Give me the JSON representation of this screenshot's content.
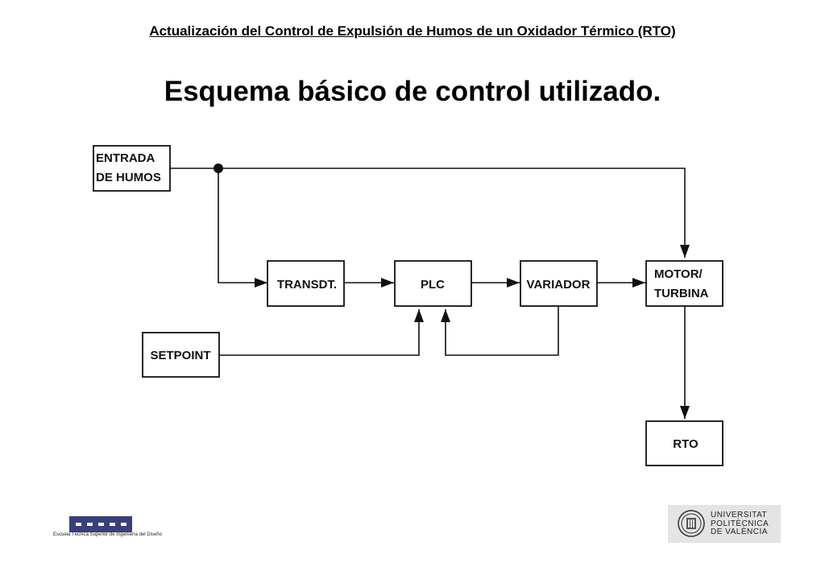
{
  "header": {
    "subtitle": "Actualización del Control de Expulsión de Humos de un Oxidador Térmico (RTO)",
    "title": "Esquema básico de control utilizado."
  },
  "diagram": {
    "blocks": {
      "entrada_line1": "ENTRADA",
      "entrada_line2": "DE HUMOS",
      "transdt": "TRANSDT.",
      "plc": "PLC",
      "variador": "VARIADOR",
      "motor_line1": "MOTOR/",
      "motor_line2": "TURBINA",
      "setpoint": "SETPOINT",
      "rto": "RTO"
    }
  },
  "footer": {
    "left_logo_text": "Escuela Técnica Superior de Ingeniería del Diseño",
    "right_logo_line1": "UNIVERSITAT",
    "right_logo_line2": "POLITÈCNICA",
    "right_logo_line3": "DE VALÈNCIA"
  }
}
